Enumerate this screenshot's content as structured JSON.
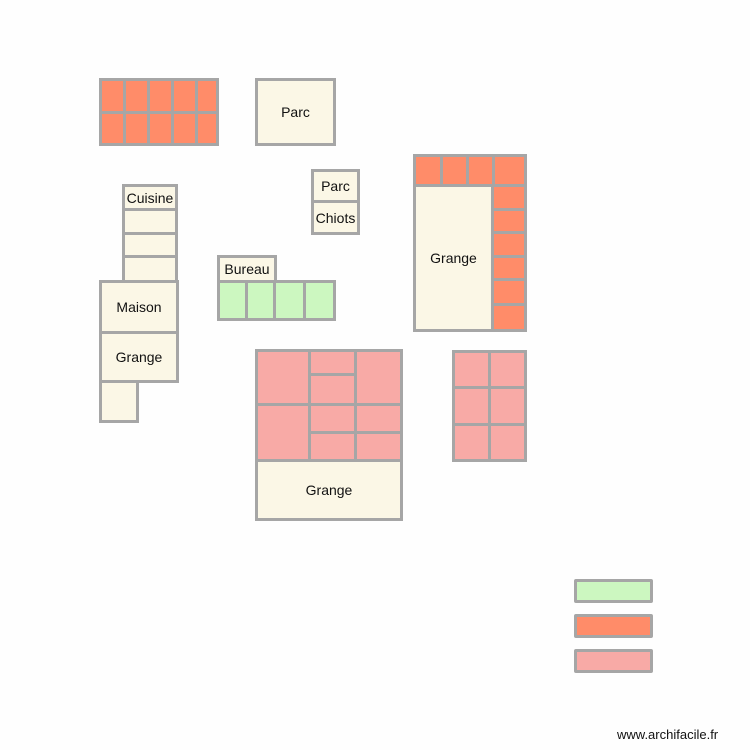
{
  "plan": {
    "labels": {
      "parc_top": "Parc",
      "parc_small": "Parc",
      "chiots": "Chiots",
      "cuisine": "Cuisine",
      "bureau": "Bureau",
      "maison": "Maison",
      "grange_left": "Grange",
      "grange_right": "Grange",
      "grange_bottom": "Grange"
    },
    "colors": {
      "cream": "#fbf7e6",
      "orange": "#ff8c69",
      "pink": "#f8aaa6",
      "green": "#ccf7c0",
      "wall": "#a6a6a6"
    }
  },
  "legend": {
    "items": [
      {
        "color": "#ccf7c0"
      },
      {
        "color": "#ff8c69"
      },
      {
        "color": "#f8aaa6"
      }
    ]
  },
  "footer": {
    "credit": "www.archifacile.fr"
  }
}
